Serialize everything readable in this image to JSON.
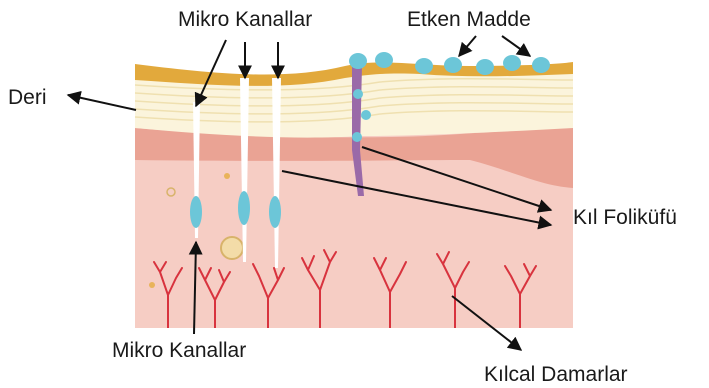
{
  "labels": {
    "micro_channels_top": "Mikro Kanallar",
    "active_substance": "Etken Madde",
    "skin": "Deri",
    "hair_follicle": "Kıl Foliküfü",
    "micro_channels_bottom": "Mikro Kanallar",
    "capillaries": "Kılcal Damarlar"
  },
  "colors": {
    "surface": "#e2a93c",
    "epidermis_light": "#fbf4dc",
    "epidermis_line": "#efe0b0",
    "dermis_band": "#eaa394",
    "dermis": "#f6cdc4",
    "droplet": "#6cc6d8",
    "follicle": "#9a6aa8",
    "capillary": "#d8333e",
    "arrow": "#111111"
  }
}
